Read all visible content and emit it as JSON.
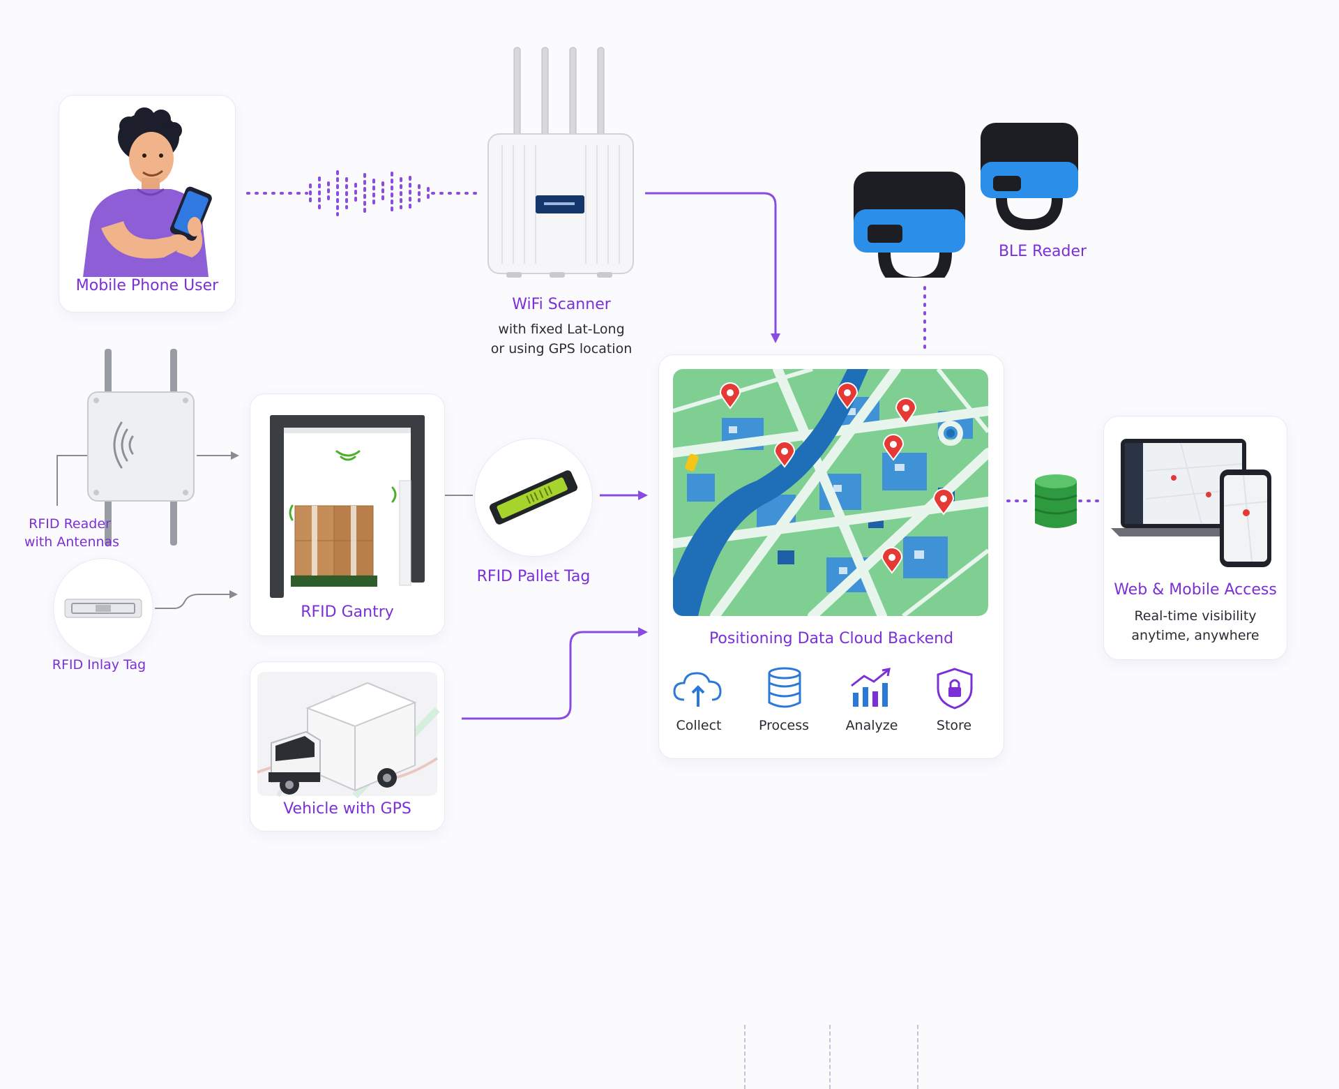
{
  "nodes": {
    "mobile_user": {
      "label": "Mobile Phone User"
    },
    "wifi_scanner": {
      "label": "WiFi Scanner",
      "sub_line1": "with fixed Lat-Long",
      "sub_line2": "or using GPS location"
    },
    "ble_reader": {
      "label": "BLE Reader"
    },
    "rfid_reader": {
      "label_line1": "RFID Reader",
      "label_line2": "with Antennas"
    },
    "rfid_gantry": {
      "label": "RFID Gantry"
    },
    "rfid_pallet_tag": {
      "label": "RFID Pallet Tag"
    },
    "rfid_inlay_tag": {
      "label": "RFID Inlay Tag"
    },
    "vehicle_gps": {
      "label": "Vehicle with GPS"
    },
    "cloud_backend": {
      "label": "Positioning Data Cloud Backend",
      "stages": [
        {
          "label": "Collect",
          "icon": "cloud-upload-icon"
        },
        {
          "label": "Process",
          "icon": "database-icon"
        },
        {
          "label": "Analyze",
          "icon": "analytics-chart-icon"
        },
        {
          "label": "Store",
          "icon": "shield-lock-icon"
        }
      ]
    },
    "web_mobile": {
      "label": "Web & Mobile Access",
      "sub_line1": "Real-time visibility",
      "sub_line2": "anytime, anywhere"
    }
  },
  "colors": {
    "accent": "#7b2fd6",
    "arrow": "#8a4be0",
    "map_water": "#1f6fb8",
    "map_land": "#7fcf93",
    "map_road": "#e8f5ec",
    "pin": "#e53935",
    "db_green": "#2e9a3f",
    "ble_blue": "#2b8ee8"
  }
}
